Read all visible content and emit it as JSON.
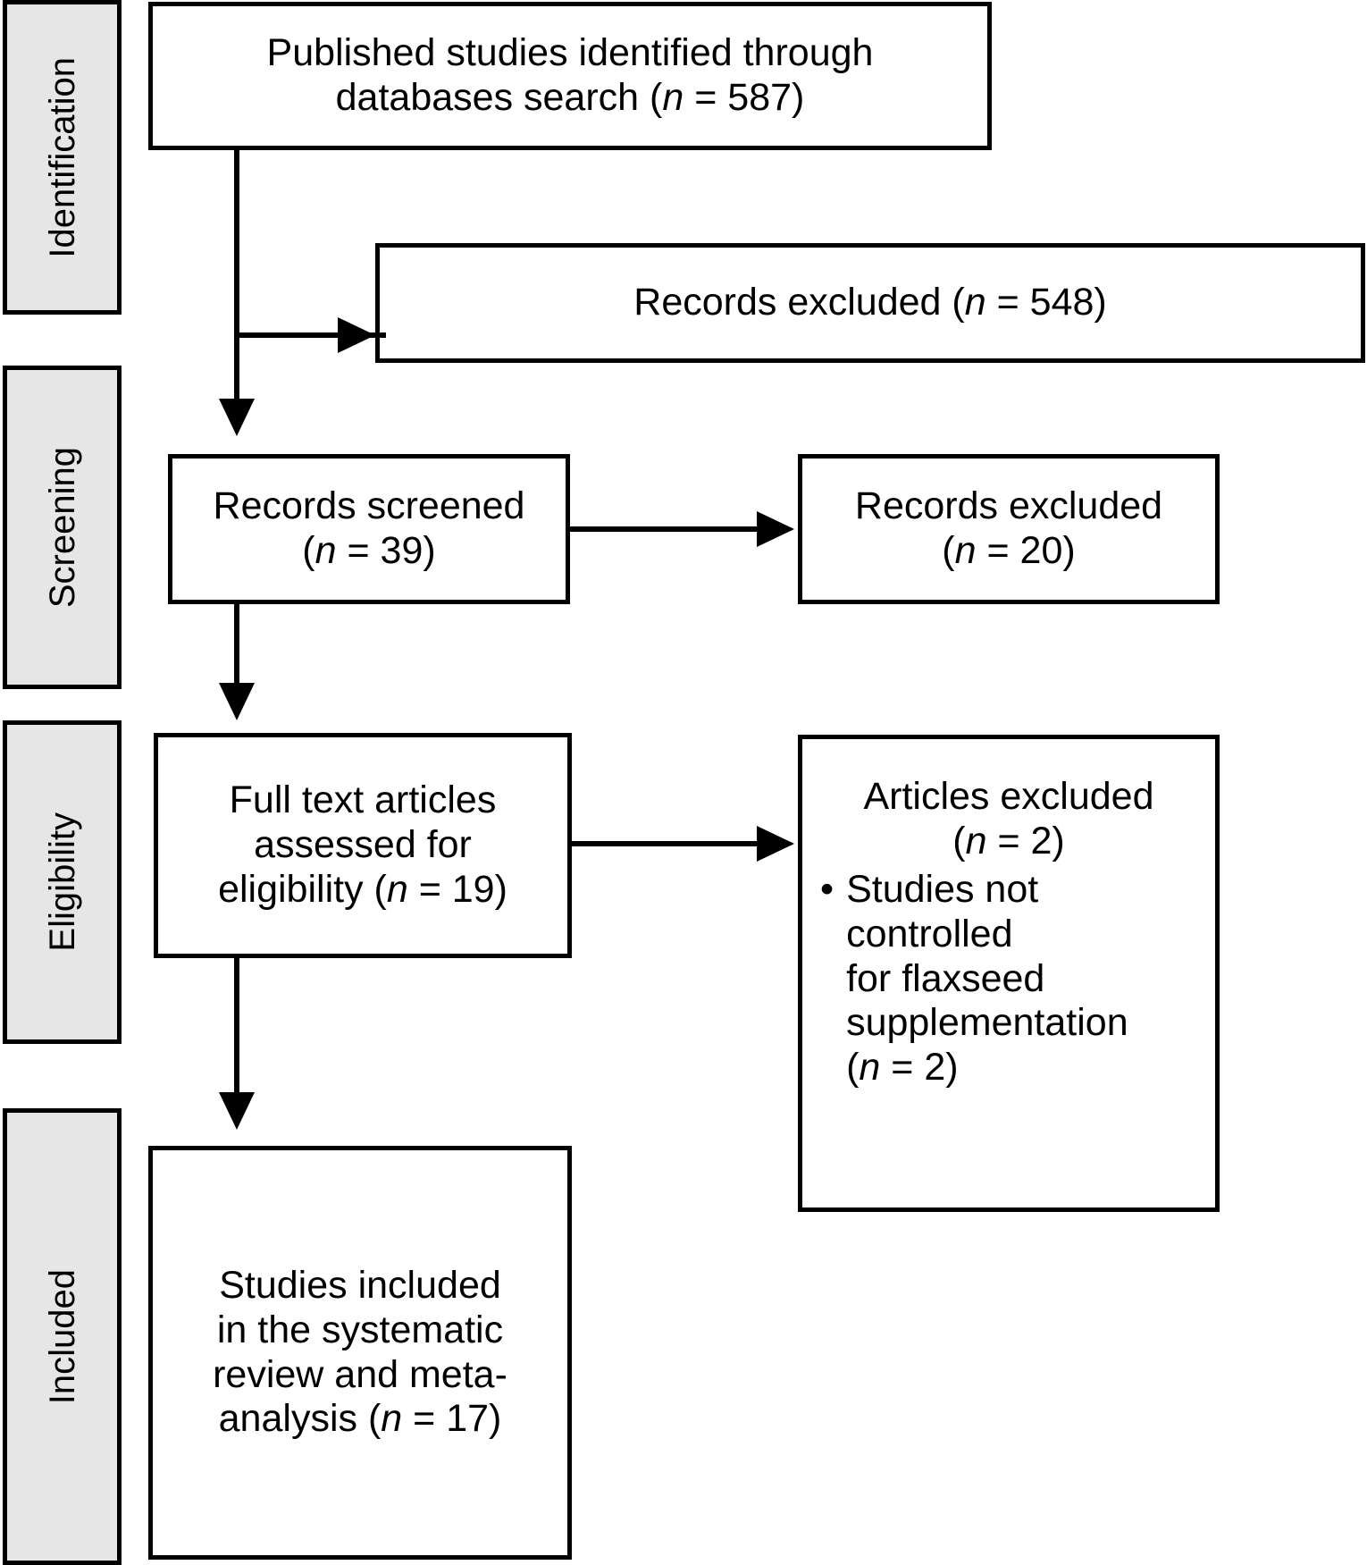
{
  "diagram": {
    "type": "prisma-flow-diagram",
    "colors": {
      "stage_fill": "#e6e6e6",
      "box_fill": "#ffffff",
      "stroke": "#000000"
    },
    "stages": [
      {
        "id": "identification",
        "label": "Identification"
      },
      {
        "id": "screening",
        "label": "Screening"
      },
      {
        "id": "eligibility",
        "label": "Eligibility"
      },
      {
        "id": "included",
        "label": "Included"
      }
    ],
    "nodes": {
      "identified": {
        "id": "records-identified",
        "stage": "identification",
        "text": "Published studies identified through databases search (n = 587)",
        "lines": [
          "Published studies identified through",
          "databases search (n = 587)"
        ],
        "count_label": "n = 587",
        "count": 587
      },
      "excluded_1": {
        "id": "records-excluded-identification",
        "stage": "identification",
        "text": "Records excluded (n = 548)",
        "lines": [
          "Records excluded (n = 548)"
        ],
        "count_label": "n = 548",
        "count": 548
      },
      "screened": {
        "id": "records-screened",
        "stage": "screening",
        "text": "Records screened (n = 39)",
        "lines": [
          "Records screened",
          "(n = 39)"
        ],
        "count_label": "n = 39",
        "count": 39
      },
      "excluded_2": {
        "id": "records-excluded-screening",
        "stage": "screening",
        "text": "Records excluded (n = 20)",
        "lines": [
          "Records excluded",
          "(n = 20)"
        ],
        "count_label": "n = 20",
        "count": 20
      },
      "fulltext": {
        "id": "full-text-assessed",
        "stage": "eligibility",
        "text": "Full text articles assessed for eligibility (n = 19)",
        "lines": [
          "Full text articles",
          "assessed for",
          "eligibility (n = 19)"
        ],
        "count_label": "n = 19",
        "count": 19
      },
      "excluded_3": {
        "id": "articles-excluded-eligibility",
        "stage": "eligibility",
        "heading_lines": [
          "Articles excluded",
          "(n = 2)"
        ],
        "heading_count_label": "n = 2",
        "heading_count": 2,
        "bullet_marker": "•",
        "bullet_lines": [
          "Studies not",
          "controlled",
          "for flaxseed",
          "supplementation",
          "(n = 2)"
        ],
        "bullet_text": "Studies not controlled for flaxseed supplementation (n = 2)",
        "bullet_count_label": "n = 2",
        "bullet_count": 2
      },
      "included": {
        "id": "studies-included",
        "stage": "included",
        "text": "Studies included in the systematic review and meta-analysis (n = 17)",
        "lines": [
          "Studies included",
          "in the systematic",
          "review and meta-",
          "analysis (n = 17)"
        ],
        "count_label": "n = 17",
        "count": 17
      }
    },
    "edges": [
      {
        "id": "identified-to-excluded-1",
        "from": "identified",
        "to": "excluded_1",
        "direction": "right"
      },
      {
        "id": "identified-to-screened",
        "from": "identified",
        "to": "screened",
        "direction": "down"
      },
      {
        "id": "screened-to-excluded-2",
        "from": "screened",
        "to": "excluded_2",
        "direction": "right"
      },
      {
        "id": "screened-to-fulltext",
        "from": "screened",
        "to": "fulltext",
        "direction": "down"
      },
      {
        "id": "fulltext-to-excluded-3",
        "from": "fulltext",
        "to": "excluded_3",
        "direction": "right"
      },
      {
        "id": "fulltext-to-included",
        "from": "fulltext",
        "to": "included",
        "direction": "down"
      }
    ]
  }
}
